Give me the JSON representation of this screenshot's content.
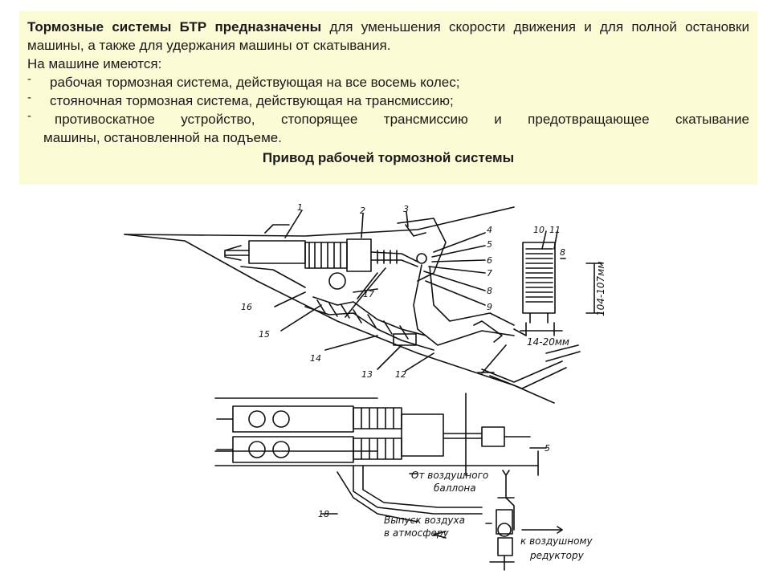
{
  "intro": {
    "bold": "Тормозные системы БТР предназначены",
    "rest": " для уменьшения скорости движения и для полной остановки машины, а также для удержания машины от скатывания."
  },
  "has_label": "На машине имеются:",
  "items": [
    {
      "dash": "-",
      "text": "рабочая тормозная система, действующая на все восемь колес;"
    },
    {
      "dash": "-",
      "text": "стояночная тормозная система, действующая на трансмиссию;"
    },
    {
      "dash": "-",
      "text": "противоскатное устройство, стопорящее трансмиссию и предотвращающее скатывание",
      "cont": "машины,   остановленной на подъеме."
    }
  ],
  "subtitle": "Привод рабочей тормозной системы",
  "diagram_top": {
    "numbers": [
      "1",
      "2",
      "3",
      "4",
      "5",
      "6",
      "7",
      "8",
      "9",
      "10",
      "11",
      "8",
      "12",
      "13",
      "14",
      "15",
      "16",
      "17"
    ],
    "dim_vertical": "104-107мм",
    "dim_horizontal": "14-20мм"
  },
  "diagram_bottom": {
    "number_5": "5",
    "number_18": "18",
    "from_tank_1": "От воздушного",
    "from_tank_2": "баллона",
    "exhaust_1": "Выпуск воздуха",
    "exhaust_2": "в атмосферу",
    "to_reducer_1": "к воздушному",
    "to_reducer_2": "редуктору"
  }
}
